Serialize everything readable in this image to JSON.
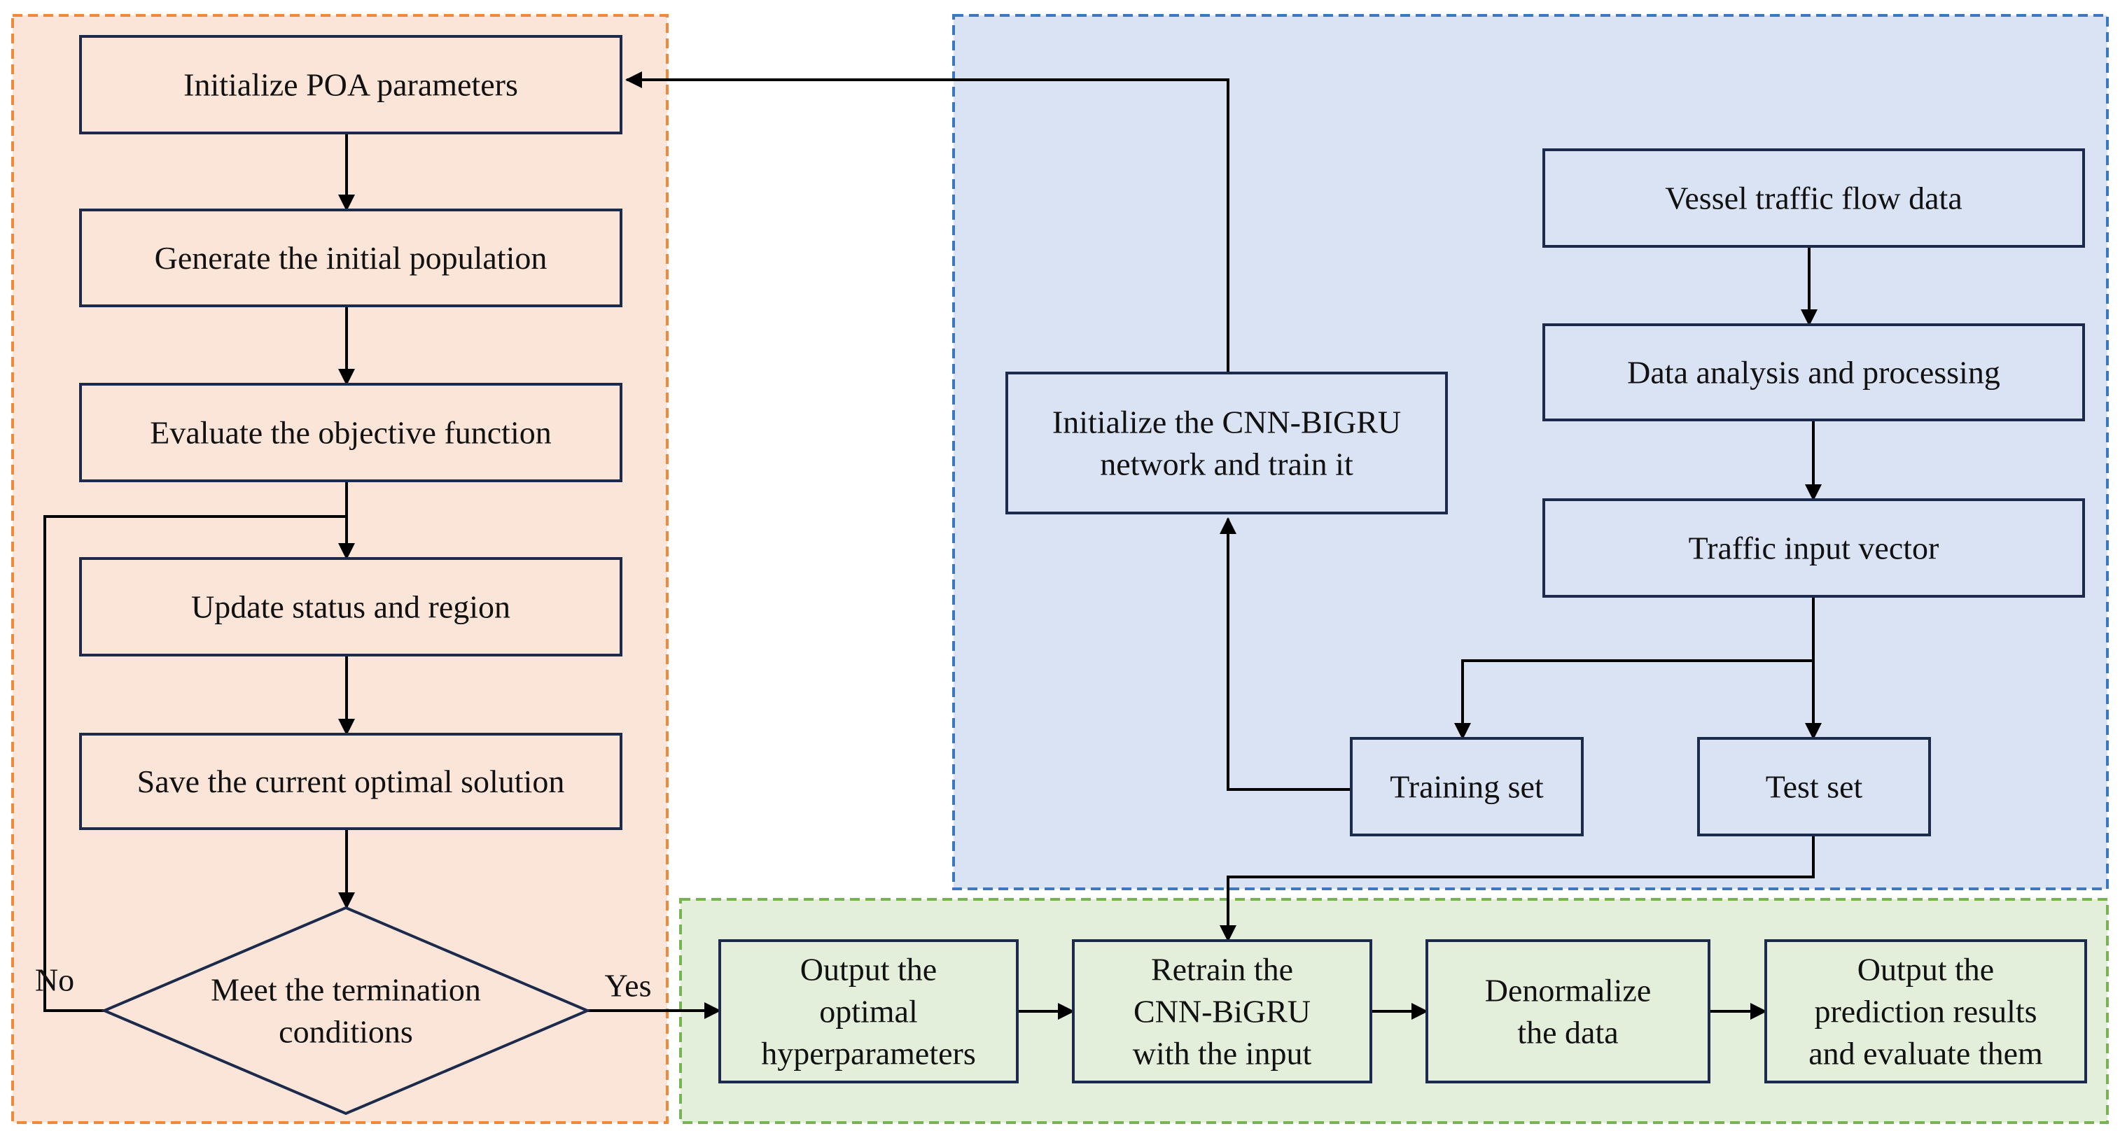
{
  "colors": {
    "orange_fill": "#fae5d8",
    "orange_border": "#ef8a3c",
    "blue_fill": "#dae3f3",
    "blue_border": "#3a78c0",
    "green_fill": "#e3efda",
    "green_border": "#77b254",
    "node_border": "#1c2a4c",
    "arrow": "#000000"
  },
  "regions": [
    {
      "id": "poa",
      "color": "orange"
    },
    {
      "id": "cnn",
      "color": "blue"
    },
    {
      "id": "output",
      "color": "green"
    }
  ],
  "nodes": [
    {
      "id": "init_poa",
      "shape": "rect",
      "region": "poa",
      "lines": [
        "Initialize POA parameters"
      ]
    },
    {
      "id": "gen_pop",
      "shape": "rect",
      "region": "poa",
      "lines": [
        "Generate the initial population"
      ]
    },
    {
      "id": "eval_obj",
      "shape": "rect",
      "region": "poa",
      "lines": [
        "Evaluate the objective function"
      ]
    },
    {
      "id": "update",
      "shape": "rect",
      "region": "poa",
      "lines": [
        "Update status and region"
      ]
    },
    {
      "id": "save",
      "shape": "rect",
      "region": "poa",
      "lines": [
        "Save the current optimal solution"
      ]
    },
    {
      "id": "decision",
      "shape": "diamond",
      "region": "poa",
      "lines": [
        "Meet the termination",
        "conditions"
      ]
    },
    {
      "id": "init_cnn",
      "shape": "rect",
      "region": "cnn",
      "lines": [
        "Initialize the CNN-BIGRU",
        "network and train it"
      ]
    },
    {
      "id": "vessel",
      "shape": "rect",
      "region": "cnn",
      "lines": [
        "Vessel traffic flow data"
      ]
    },
    {
      "id": "analysis",
      "shape": "rect",
      "region": "cnn",
      "lines": [
        "Data analysis and processing"
      ]
    },
    {
      "id": "input_vec",
      "shape": "rect",
      "region": "cnn",
      "lines": [
        "Traffic input vector"
      ]
    },
    {
      "id": "train_set",
      "shape": "rect",
      "region": "cnn",
      "lines": [
        "Training set"
      ]
    },
    {
      "id": "test_set",
      "shape": "rect",
      "region": "cnn",
      "lines": [
        "Test set"
      ]
    },
    {
      "id": "out_hyper",
      "shape": "rect",
      "region": "output",
      "lines": [
        "Output the",
        "optimal",
        "hyperparameters"
      ]
    },
    {
      "id": "retrain",
      "shape": "rect",
      "region": "output",
      "lines": [
        "Retrain the",
        "CNN-BiGRU",
        "with the input"
      ]
    },
    {
      "id": "denorm",
      "shape": "rect",
      "region": "output",
      "lines": [
        "Denormalize",
        "the data"
      ]
    },
    {
      "id": "out_pred",
      "shape": "rect",
      "region": "output",
      "lines": [
        "Output the",
        "prediction results",
        "and evaluate them"
      ]
    }
  ],
  "edges": [
    {
      "id": "e_init_gen",
      "from": "init_poa",
      "to": "gen_pop"
    },
    {
      "id": "e_gen_eval",
      "from": "gen_pop",
      "to": "eval_obj"
    },
    {
      "id": "e_eval_update",
      "from": "eval_obj",
      "to": "update"
    },
    {
      "id": "e_update_save",
      "from": "update",
      "to": "save"
    },
    {
      "id": "e_save_decision",
      "from": "save",
      "to": "decision"
    },
    {
      "id": "e_no_loop",
      "from": "decision",
      "to": "update",
      "label": "No"
    },
    {
      "id": "e_yes",
      "from": "decision",
      "to": "out_hyper",
      "label": "Yes"
    },
    {
      "id": "e_cnn_poa",
      "from": "init_cnn",
      "to": "init_poa"
    },
    {
      "id": "e_vessel_analysis",
      "from": "vessel",
      "to": "analysis"
    },
    {
      "id": "e_analysis_vec",
      "from": "analysis",
      "to": "input_vec"
    },
    {
      "id": "e_vec_train",
      "from": "input_vec",
      "to": "train_set"
    },
    {
      "id": "e_vec_test",
      "from": "input_vec",
      "to": "test_set"
    },
    {
      "id": "e_train_cnn",
      "from": "train_set",
      "to": "init_cnn"
    },
    {
      "id": "e_test_retrain",
      "from": "test_set",
      "to": "retrain"
    },
    {
      "id": "e_hyper_retrain",
      "from": "out_hyper",
      "to": "retrain"
    },
    {
      "id": "e_retrain_denorm",
      "from": "retrain",
      "to": "denorm"
    },
    {
      "id": "e_denorm_pred",
      "from": "denorm",
      "to": "out_pred"
    }
  ]
}
